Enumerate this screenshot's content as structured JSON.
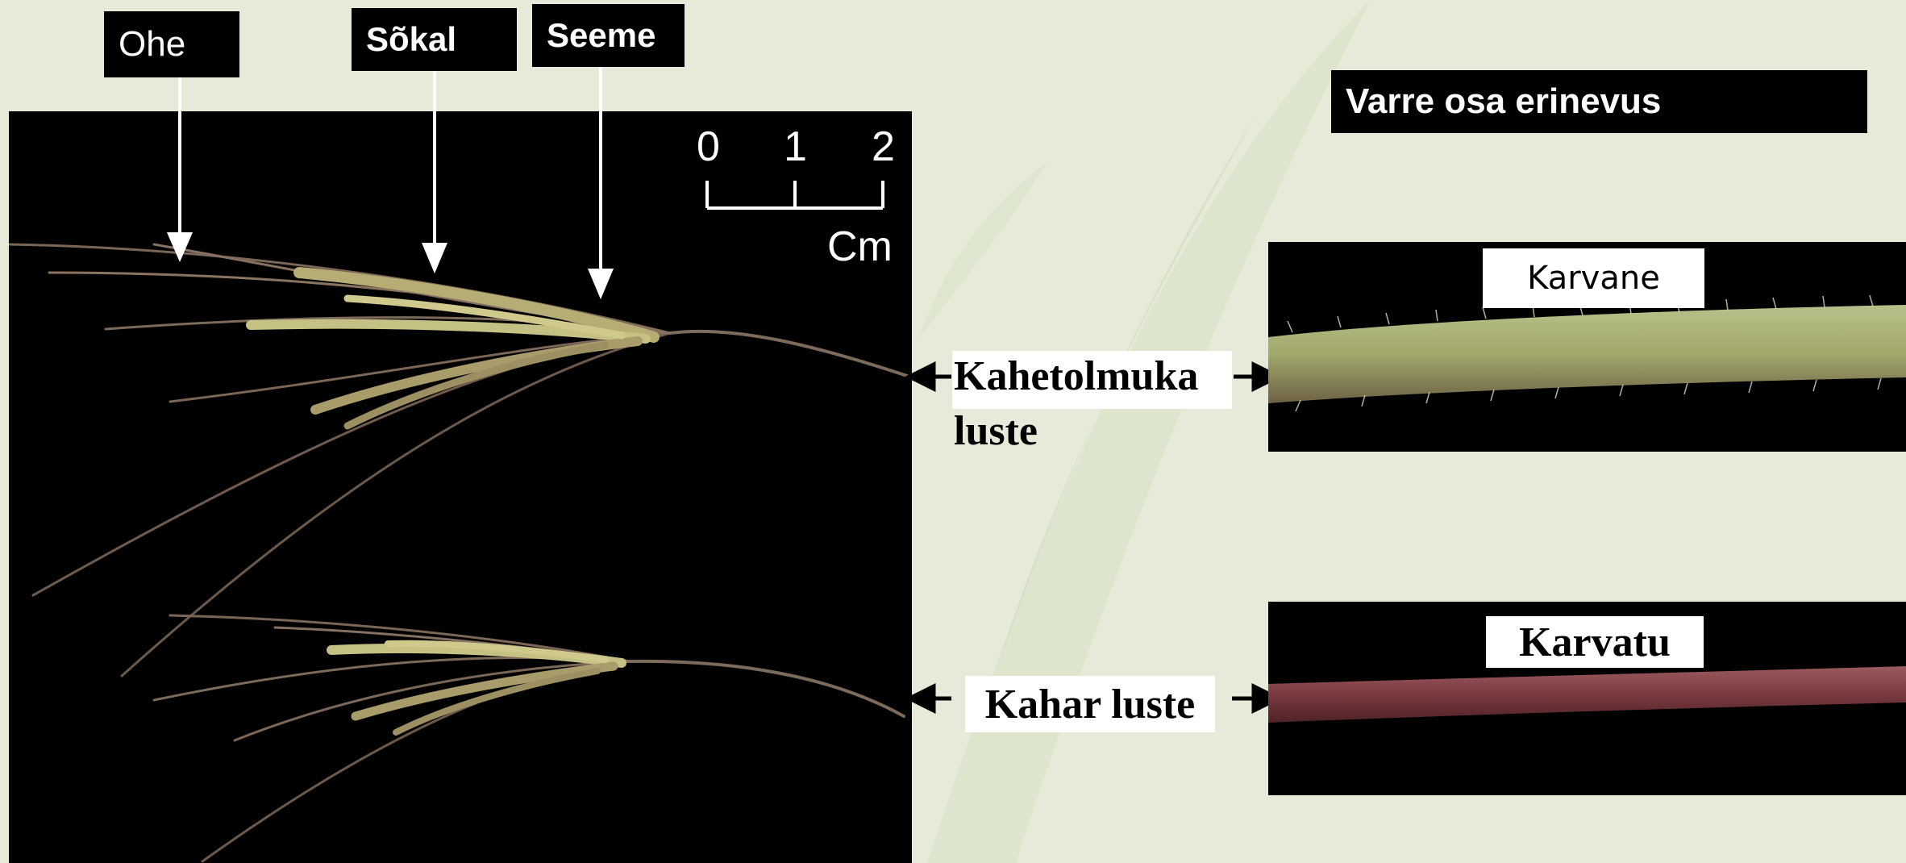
{
  "labels": {
    "ohe": "Ohe",
    "sokal": "Sõkal",
    "seeme": "Seeme",
    "varre_title": "Varre osa erinevus",
    "karvane": "Karvane",
    "karvatu": "Karvatu",
    "kahetolmuka_line1": "Kahetolmuka",
    "kahetolmuka_line2": "luste",
    "kahar": "Kahar luste"
  },
  "scale": {
    "ticks": [
      "0",
      "1",
      "2"
    ],
    "unit": "Cm"
  },
  "colors": {
    "background": "#e6ebd9",
    "photo_background": "#000000",
    "hairy_stem": "#a7ad74",
    "hairless_stem": "#7a3a40"
  }
}
